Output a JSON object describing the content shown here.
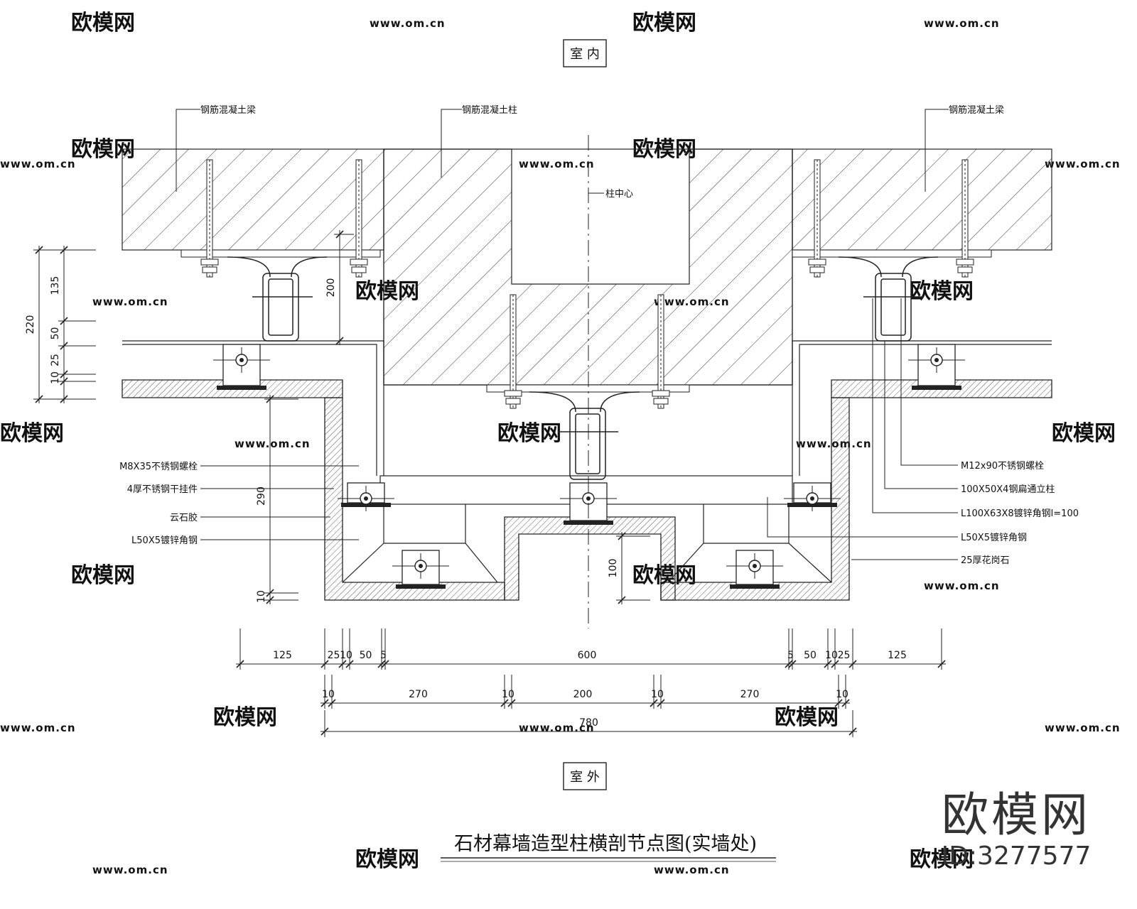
{
  "side_labels": {
    "interior": "室 内",
    "exterior": "室 外"
  },
  "title": "石材幕墙造型柱横剖节点图(实墙处)",
  "callouts_top": {
    "beam_left": "钢筋混凝土梁",
    "column": "钢筋混凝土柱",
    "beam_right": "钢筋混凝土梁",
    "column_center": "柱中心"
  },
  "callouts_left": [
    "M8X35不锈钢螺栓",
    "4厚不锈钢干挂件",
    "云石胶",
    "L50X5镀锌角钢"
  ],
  "callouts_right": [
    "M12x90不锈钢螺栓",
    "100X50X4钢扁通立柱",
    "L100X63X8镀锌角钢l=100",
    "L50X5镀锌角钢",
    "25厚花岗石"
  ],
  "dims_bottom_row1": [
    "125",
    "25",
    "10",
    "50",
    "5",
    "600",
    "5",
    "50",
    "10",
    "25",
    "125"
  ],
  "dims_bottom_row2": [
    "10",
    "270",
    "10",
    "200",
    "10",
    "270",
    "10"
  ],
  "dims_bottom_row3": [
    "780"
  ],
  "dims_left": [
    "220",
    "135",
    "50",
    "25",
    "10"
  ],
  "dims_inner": [
    "200",
    "290",
    "10",
    "100"
  ],
  "watermark": {
    "brand": "欧模网",
    "url": "www.om.cn",
    "id": "ID:3277577"
  }
}
